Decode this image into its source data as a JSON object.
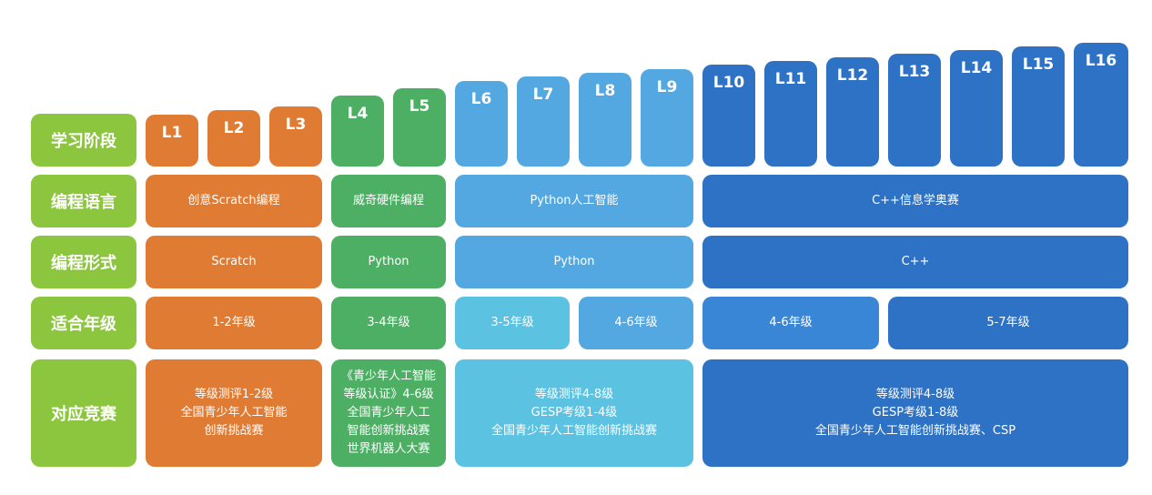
{
  "row_headers": [
    "学习阶段",
    "编程语言",
    "编程形式",
    "适合年级",
    "对应竞赛"
  ],
  "levels": [
    "L1",
    "L2",
    "L3",
    "L4",
    "L5",
    "L6",
    "L7",
    "L8",
    "L9",
    "L10",
    "L11",
    "L12",
    "L13",
    "L14",
    "L15",
    "L16"
  ],
  "language": {
    "scratch": "创意Scratch编程",
    "hardware": "威奇硬件编程",
    "python": "Python人工智能",
    "cpp": "C++信息学奥赛"
  },
  "form": {
    "scratch": "Scratch",
    "python_l45": "Python",
    "python_l69": "Python",
    "cpp": "C++"
  },
  "grade": {
    "g12": "1-2年级",
    "g34": "3-4年级",
    "g35": "3-5年级",
    "g46a": "4-6年级",
    "g46b": "4-6年级",
    "g57": "5-7年级"
  },
  "contest": {
    "scratch": "等级测评1-2级\n全国青少年人工智能\n创新挑战赛",
    "hardware": "《青少年人工智能\n等级认证》4-6级\n全国青少年人工\n智能创新挑战赛\n世界机器人大赛",
    "python": "等级测评4-8级\nGESP考级1-4级\n全国青少年人工智能创新挑战赛",
    "cpp": "等级测评4-8级\nGESP考级1-8级\n全国青少年人工智能创新挑战赛、CSP"
  },
  "colors": {
    "header": "#8cc63f",
    "scratch": "#e07b34",
    "hardware": "#4caf64",
    "python": "#54a8e1",
    "python_grade": "#5cc2e2",
    "cpp": "#2d72c4"
  }
}
